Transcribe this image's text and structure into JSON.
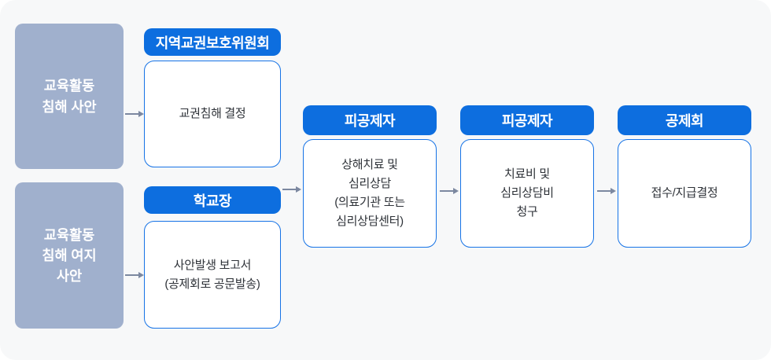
{
  "colors": {
    "header_blue": "#0d6edf",
    "box_border_blue": "#1673e6",
    "source_gray_blue": "#a0b0cd",
    "canvas_background": "#f7f8f9",
    "arrow_gray": "#7c88a0",
    "body_text": "#2e3238",
    "header_text": "#ffffff"
  },
  "sources": [
    {
      "label": "교육활동\n침해 사안"
    },
    {
      "label": "교육활동\n침해 여지\n사안"
    }
  ],
  "steps": [
    {
      "header": "지역교권보호위원회",
      "body": "교권침해 결정"
    },
    {
      "header": "학교장",
      "body": "사안발생 보고서\n(공제회로 공문발송)"
    },
    {
      "header": "피공제자",
      "body": "상해치료 및\n심리상담\n(의료기관 또는\n심리상담센터)"
    },
    {
      "header": "피공제자",
      "body": "치료비 및\n심리상담비\n청구"
    },
    {
      "header": "공제회",
      "body": "접수/지급결정"
    }
  ],
  "arrows": [
    {
      "from": "교육활동 침해 사안",
      "to": "교권침해 결정"
    },
    {
      "from": "교육활동 침해 여지 사안",
      "to": "사안발생 보고서"
    },
    {
      "from": "학교장",
      "to": "피공제자"
    },
    {
      "from": "피공제자",
      "to": "피공제자"
    },
    {
      "from": "피공제자",
      "to": "공제회"
    }
  ]
}
